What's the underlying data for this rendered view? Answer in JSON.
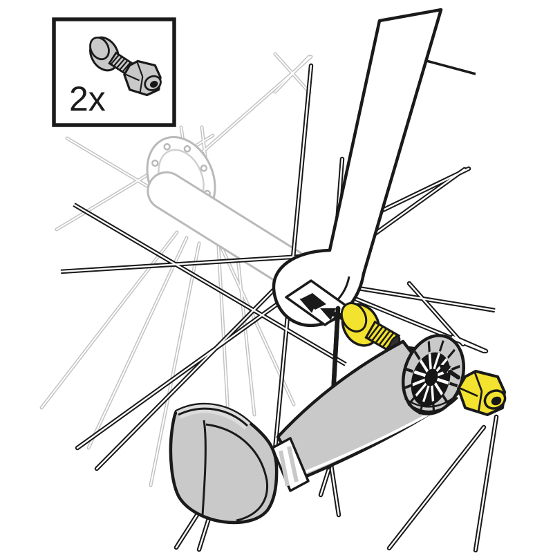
{
  "diagram": {
    "callout_box": {
      "quantity_label": "2x",
      "contents": [
        "flange-bolt",
        "lock-nut"
      ]
    },
    "colors": {
      "outline": "#1a1a1a",
      "highlight_yellow": "#f3e32e",
      "part_gray": "#c9c9c9",
      "light_line": "#c3c3c3",
      "hub_line": "#b9b9b9",
      "thread_tip_dark": "#2e2e2e",
      "ring_inner": "#161616",
      "foot_band": "#dcdcdc"
    },
    "parts": [
      {
        "name": "hardware-callout-box",
        "shows": "flange bolt and lock nut, quantity 2"
      },
      {
        "name": "wheel-spokes"
      },
      {
        "name": "wheel-hub-and-axle"
      },
      {
        "name": "frame-dropout"
      },
      {
        "name": "dropout-mounting-slot"
      },
      {
        "name": "flange-bolt-yellow"
      },
      {
        "name": "kickstand-bracket-arm"
      },
      {
        "name": "serrated-mounting-ring"
      },
      {
        "name": "lock-nut-yellow"
      },
      {
        "name": "kickstand-foot"
      }
    ],
    "arrows": [
      {
        "name": "arrow-bolt-into-dropout",
        "direction": "up-left"
      },
      {
        "name": "arrow-bolt-thread",
        "direction": "up-left"
      },
      {
        "name": "arrow-nut-onto-ring",
        "direction": "up-left"
      }
    ]
  }
}
